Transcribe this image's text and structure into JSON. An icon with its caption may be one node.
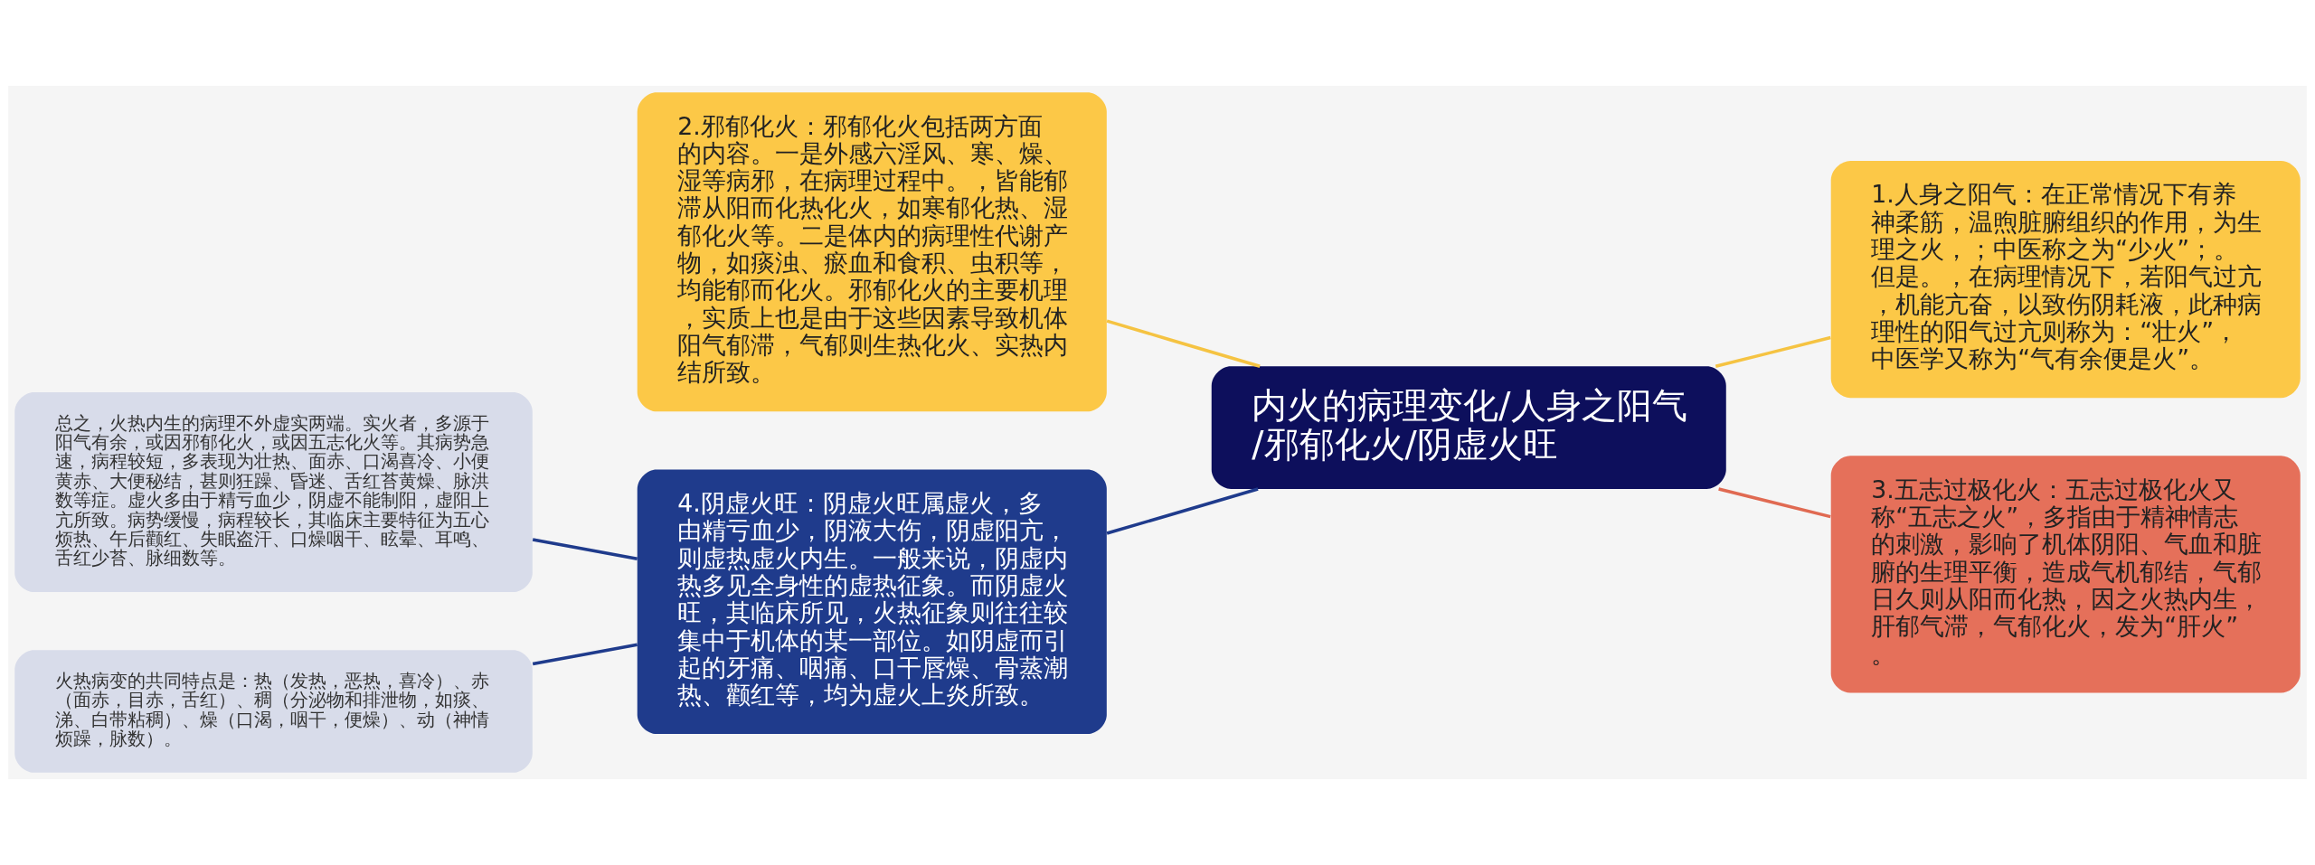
{
  "diagram": {
    "nodes": [
      {
        "text": [
          "内火的病理变化/人身之阳气/邪郁化火/阴虚火旺"
        ]
      },
      {
        "text": [
          "1.人身之阳气：在正常情况下有养神柔筋，温煦脏腑组织的作用，为生理之火，；中医称之为“少火”；。但是。，在病理情况下，若阳气过亢，机能亢奋，以致伤阴耗液，此种病理性的阳气过亢则称为：“壮火”，中医学又称为“气有余便是火”。"
        ]
      },
      {
        "text": [
          "2.邪郁化火：邪郁化火包括两方面的内容。一是外感六淫风、寒、燥、湿等病邪，在病理过程中。，皆能郁滞从阳而化热化火，如寒郁化热、湿郁化火等。二是体内的病理性代谢产物，如痰浊、瘀血和食积、虫积等，均能郁而化火。邪郁化火的主要机理，实质上也是由于这些因素导致机体阳气郁滞，气郁则生热化火、实热内结所致。"
        ]
      },
      {
        "text": [
          "3.五志过极化火：五志过极化火又称“五志之火”，多指由于精神情志的刺激，影响了机体阴阳、气血和脏腑的生理平衡，造成气机郁结，气郁日久则从阳而化热，因之火热内生，肝郁气滞，气郁化火，发为“肝火”。"
        ]
      },
      {
        "text": [
          "4.阴虚火旺：阴虚火旺属虚火，多由精亏血少，阴液大伤，阴虚阳亢，则虚热虚火内生。一般来说，阴虚内热多见全身性的虚热征象。而阴虚火旺，其临床所见，火热征象则往往较集中于机体的某一部位。如阴虚而引起的牙痛、咽痛、口干唇燥、骨蒸潮热、颧红等，均为虚火上炎所致。"
        ]
      },
      {
        "text": [
          "总之，火热内生的病理不外虚实两端。实火者，多源于阳气有余，或因邪郁化火，或因五志化火等。其病势急速，病程较短，多表现为壮热、面赤、口渴喜冷、小便黄赤、大便秘结，甚则狂躁、昏迷、舌红苔黄燥、脉洪数等症。虚火多由于精亏血少，阴虚不能制阳，虚阳上亢所致。病势缓慢，病程较长，其临床主要特征为五心烦热、午后颧红、失眠盗汗、口燥咽干、眩晕、耳鸣、舌红少苔、脉细数等。"
        ]
      },
      {
        "text": [
          "火热病变的共同特点是：热（发热，恶热，喜冷）、赤（面赤，目赤，舌红）、稠（分泌物和排泄物，如痰、涕、白带粘稠）、燥（口渴，咽干，便燥）、动（神情烦躁，脉数）。"
        ]
      }
    ],
    "edges": [
      {
        "from": 0,
        "to": 1,
        "arrow": "none",
        "color": "#f5c342"
      },
      {
        "from": 0,
        "to": 2,
        "arrow": "none",
        "color": "#f5c342"
      },
      {
        "from": 0,
        "to": 3,
        "arrow": "none",
        "color": "#e06a52"
      },
      {
        "from": 0,
        "to": 4,
        "arrow": "none",
        "color": "#1f3b8c"
      },
      {
        "from": 4,
        "to": 5,
        "arrow": "none",
        "color": "#1f3b8c"
      },
      {
        "from": 4,
        "to": 6,
        "arrow": "none",
        "color": "#1f3b8c"
      }
    ]
  }
}
